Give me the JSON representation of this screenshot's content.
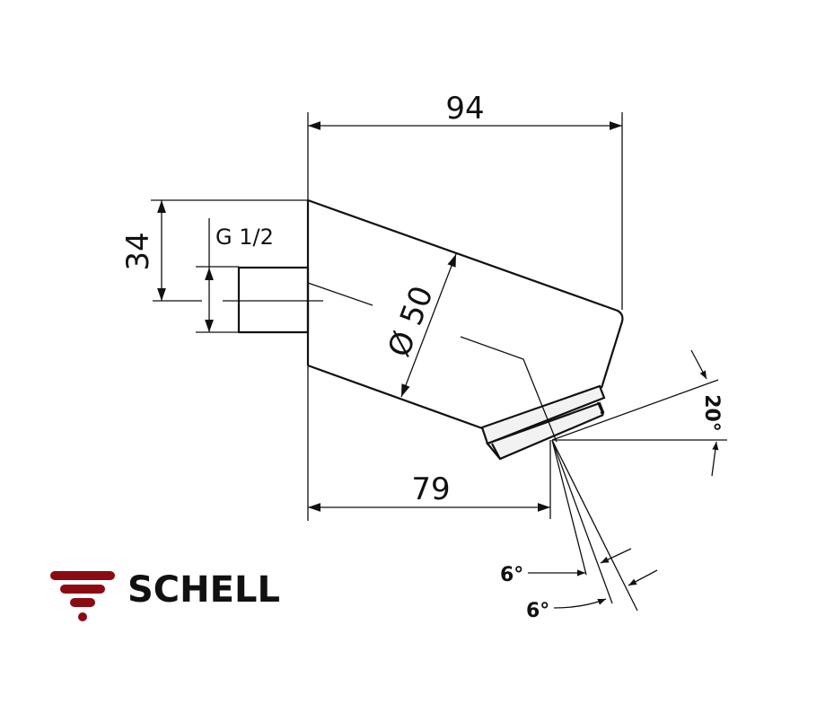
{
  "drawing": {
    "dimensions": {
      "overall_length": "94",
      "height_to_axis": "34",
      "thread": "G 1/2",
      "diameter": "Ø 50",
      "nozzle_distance": "79",
      "tilt_angle": "20°",
      "spray_angle_1": "6°",
      "spray_angle_2": "6°"
    },
    "line_color": "#111111",
    "ring_fill": "#f2f2f2"
  },
  "logo": {
    "text": "SCHELL",
    "color": "#8b0a14"
  }
}
